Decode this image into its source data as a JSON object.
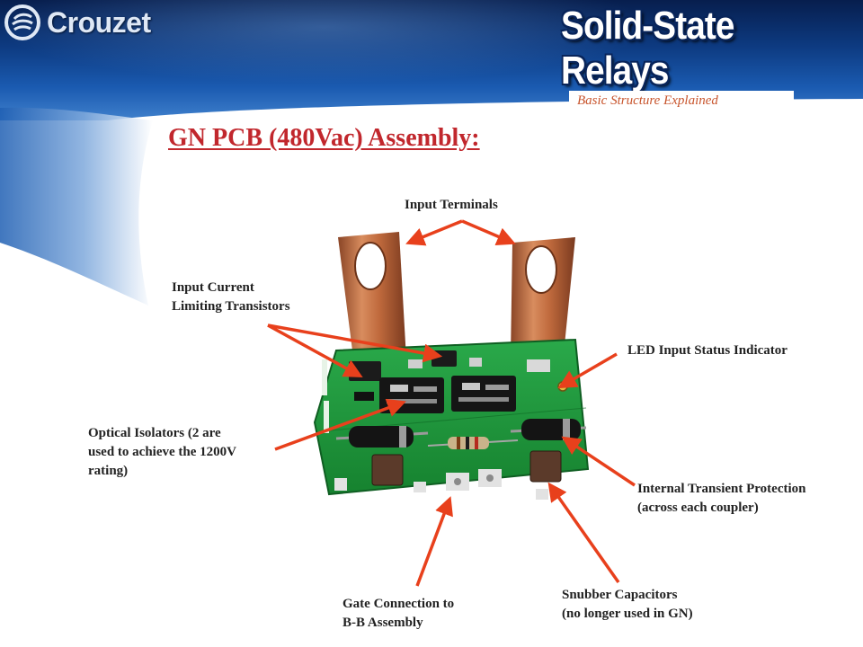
{
  "brand": {
    "logo_text": "Crouzet"
  },
  "header": {
    "title": "Solid-State Relays",
    "subtitle": "Basic Structure Explained"
  },
  "slide": {
    "title": "GN PCB (480Vac) Assembly:"
  },
  "labels": {
    "input_terminals": "Input Terminals",
    "input_current_1": "Input Current",
    "input_current_2": "Limiting Transistors",
    "led": "LED Input Status Indicator",
    "optical_1": "Optical Isolators (2 are",
    "optical_2": "used to achieve the 1200V",
    "optical_3": "rating)",
    "transient_1": "Internal Transient Protection",
    "transient_2": "(across each coupler)",
    "snubber_1": "Snubber Capacitors",
    "snubber_2": "(no longer used in GN)",
    "gate_1": "Gate Connection to",
    "gate_2": "B-B Assembly"
  },
  "colors": {
    "arrow": "#e8401c",
    "title_red": "#c1272d",
    "subtitle_orange": "#c8552d",
    "pcb_green": "#1f9a3a",
    "copper": "#c7774a"
  }
}
